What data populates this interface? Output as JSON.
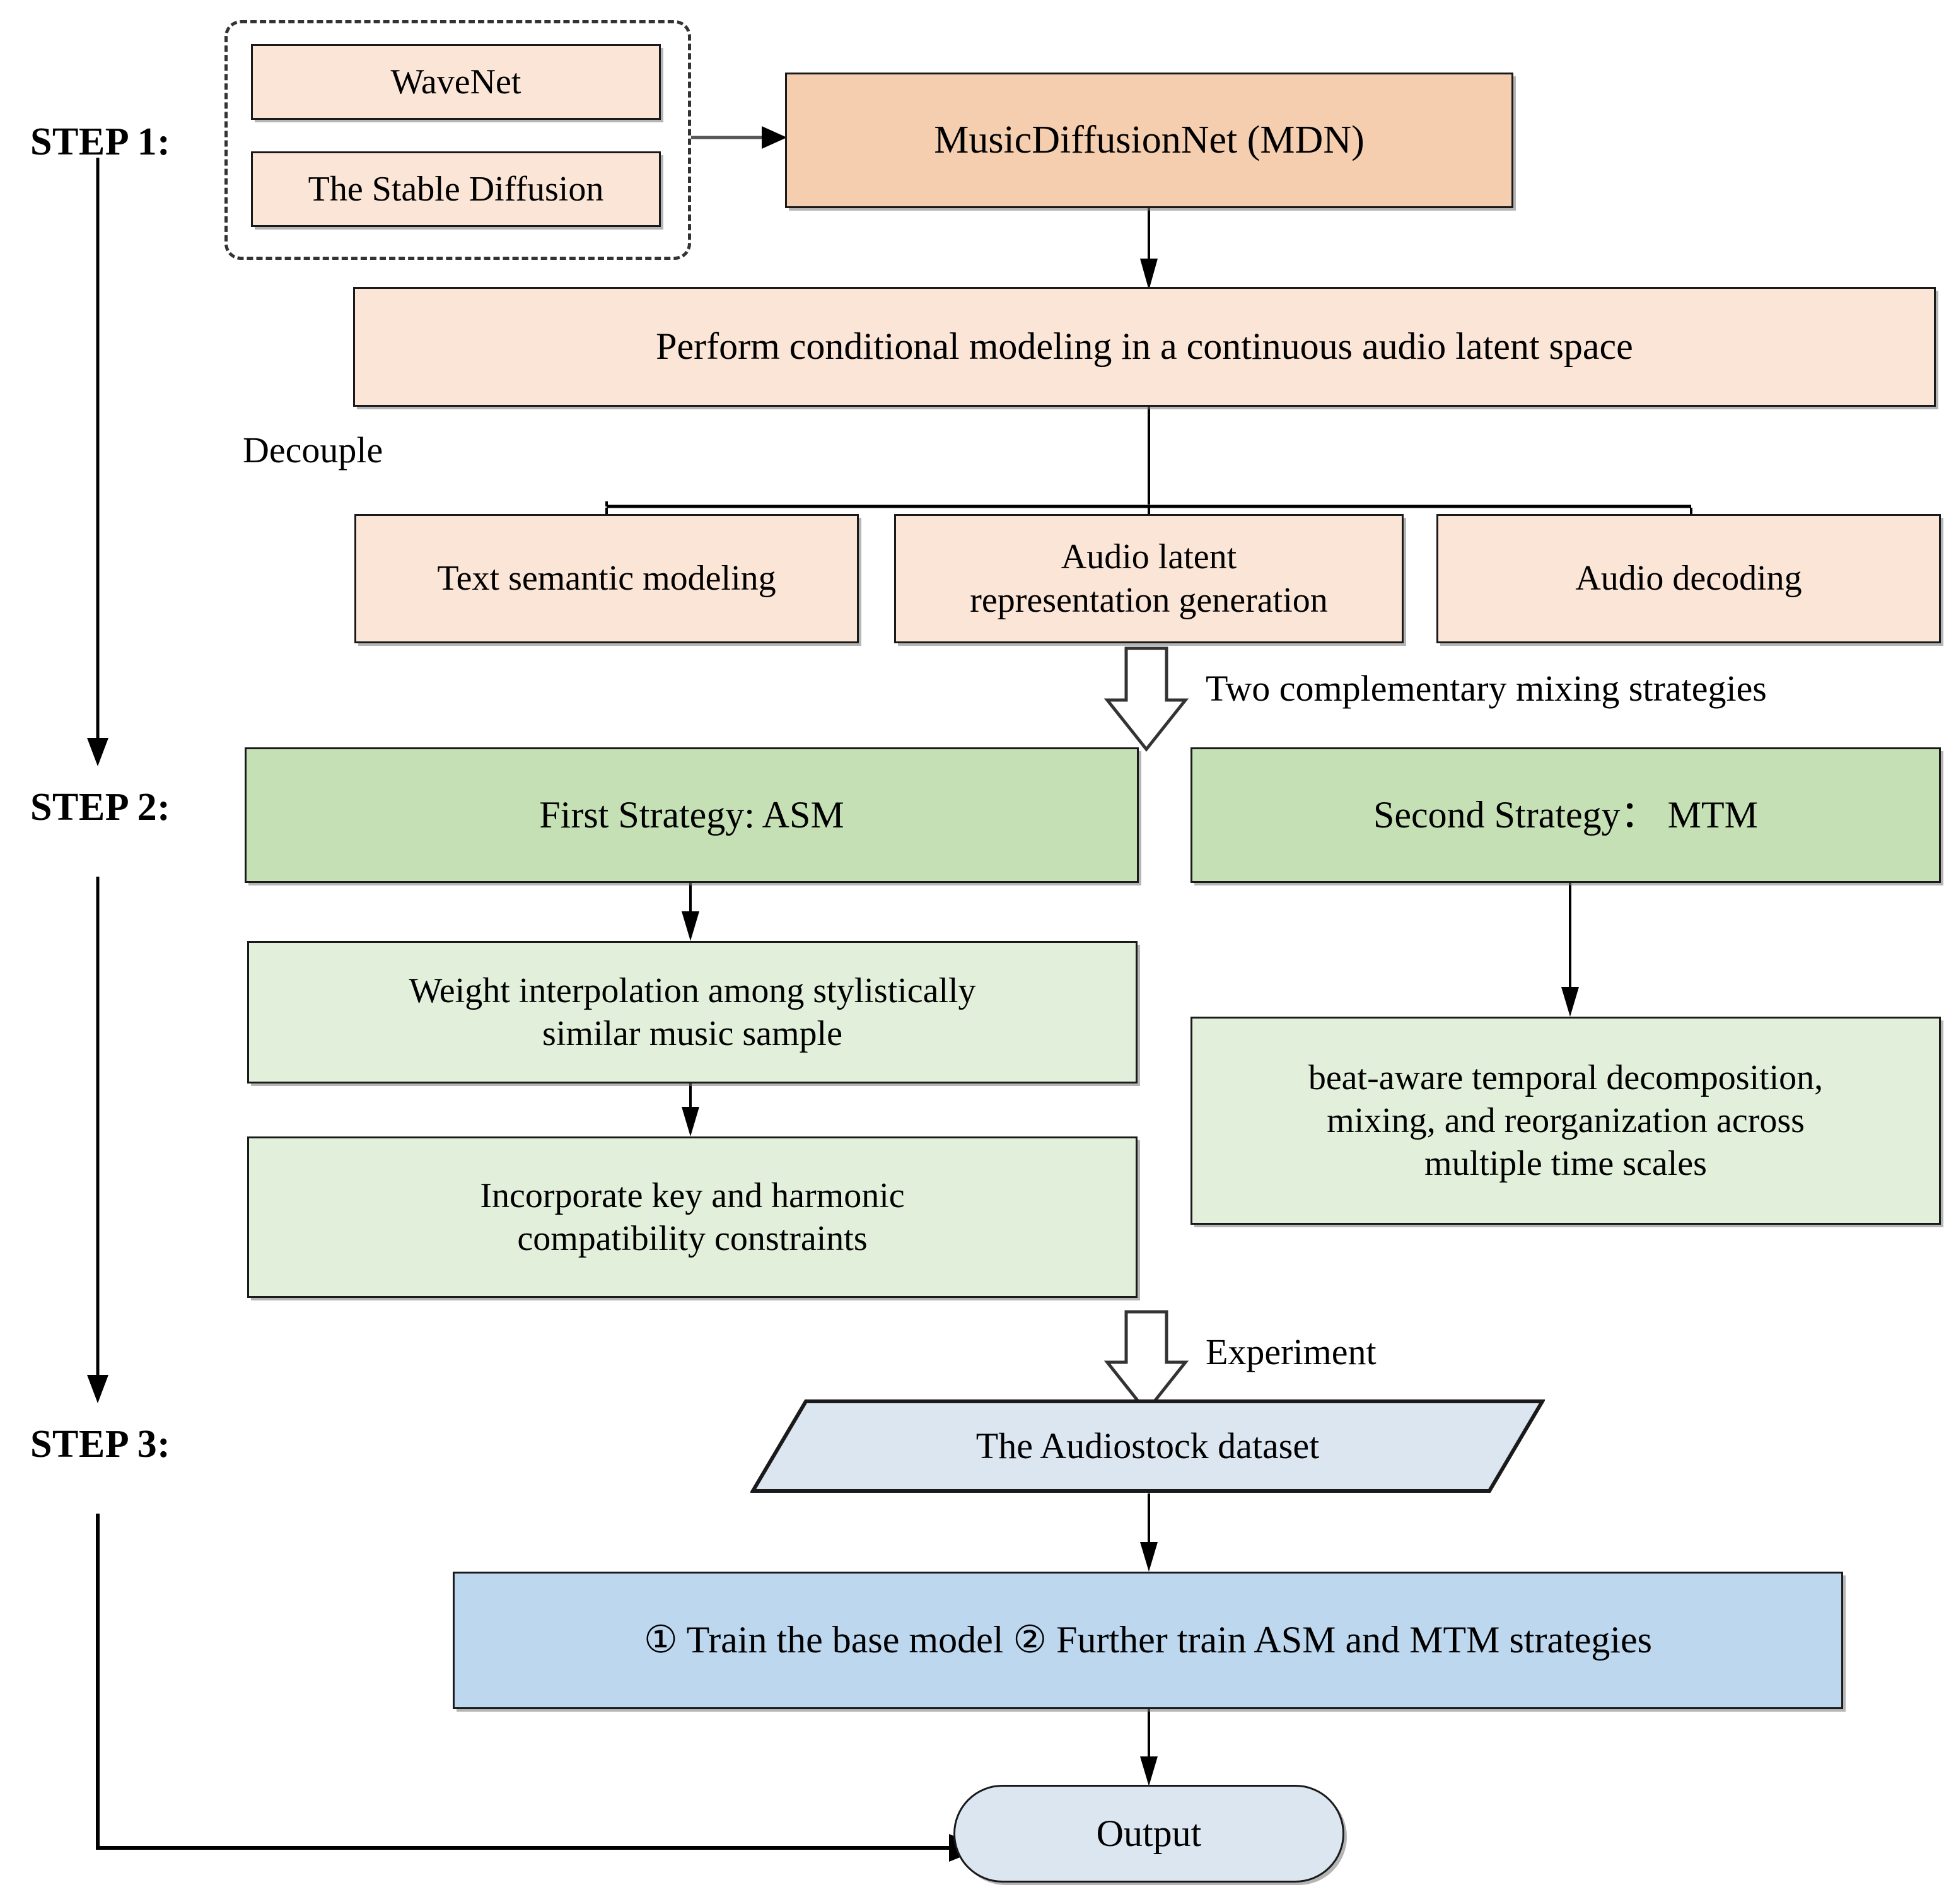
{
  "diagram": {
    "title": "MusicDiffusionNet three-step pipeline flowchart",
    "steps": [
      {
        "id": "step1",
        "label": "STEP 1:"
      },
      {
        "id": "step2",
        "label": "STEP 2:"
      },
      {
        "id": "step3",
        "label": "STEP 3:"
      }
    ],
    "annotations": {
      "decouple": "Decouple",
      "mixing_strategies": "Two complementary mixing strategies",
      "experiment": "Experiment"
    },
    "step1": {
      "backbones": [
        {
          "id": "wavenet",
          "label": "WaveNet"
        },
        {
          "id": "stable-diffusion",
          "label": "The Stable Diffusion"
        }
      ],
      "model": {
        "id": "mdn",
        "label": "MusicDiffusionNet (MDN)"
      },
      "objective": {
        "id": "conditional-modeling",
        "label": "Perform conditional modeling in a continuous audio latent space"
      },
      "branches": [
        {
          "id": "text-semantic-modeling",
          "label": "Text semantic modeling"
        },
        {
          "id": "audio-latent-representation",
          "line1": "Audio latent",
          "line2": "representation generation"
        },
        {
          "id": "audio-decoding",
          "label": "Audio decoding"
        }
      ]
    },
    "step2": {
      "strategies": [
        {
          "id": "asm",
          "header": "First Strategy: ASM",
          "details": [
            {
              "id": "weight-interpolation",
              "line1": "Weight interpolation among stylistically",
              "line2": "similar music sample"
            },
            {
              "id": "key-harmonic-constraints",
              "line1": "Incorporate key and harmonic",
              "line2": "compatibility constraints"
            }
          ]
        },
        {
          "id": "mtm",
          "header": "Second Strategy： MTM",
          "details": [
            {
              "id": "beat-aware-decomposition",
              "line1": "beat-aware temporal decomposition,",
              "line2": "mixing, and reorganization across",
              "line3": "multiple time scales"
            }
          ]
        }
      ]
    },
    "step3": {
      "dataset": {
        "id": "audiostock-dataset",
        "label": "The Audiostock dataset"
      },
      "training": {
        "id": "training-plan",
        "label": "① Train the base model  ②  Further train ASM and MTM strategies"
      },
      "output": {
        "id": "output",
        "label": "Output"
      }
    },
    "colors": {
      "orange_dark": "#F5CDAF",
      "orange_light": "#FAE5D6",
      "green_dark": "#C5E0B4",
      "green_light": "#E2EFDA",
      "blue_dark": "#BDD7EE",
      "blue_light": "#DCE6F1",
      "stroke": "#1A1A1A"
    }
  }
}
